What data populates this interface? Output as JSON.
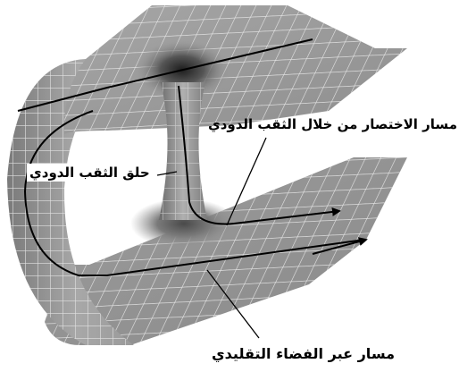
{
  "diagram": {
    "labels": {
      "shortcut_path": "مسار الاختصار من خلال الثقب الدودي",
      "wormhole_throat": "حلق الثقب الدودي",
      "conventional_path": "مسار عبر الفضاء التقليدي"
    },
    "colors": {
      "surface_fill": "#9a9a9a",
      "surface_light": "#b4b4b4",
      "surface_dark": "#6e6e6e",
      "grid_line": "#e6e6e6",
      "path_line": "#000000",
      "background": "#ffffff"
    },
    "icons": [
      "arrowhead-icon",
      "arrowhead-icon"
    ]
  }
}
